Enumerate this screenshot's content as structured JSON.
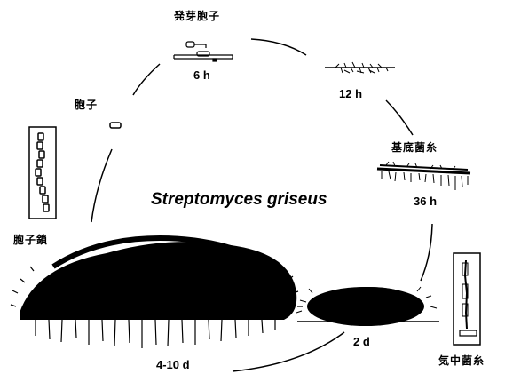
{
  "title": "Streptomyces griseus",
  "stages": {
    "germinating_spore": {
      "name": "発芽胞子",
      "time": "6 h"
    },
    "hyphae_12h": {
      "time": "12 h"
    },
    "substrate_mycelium": {
      "name": "基底菌糸",
      "time": "36 h"
    },
    "colony_2d": {
      "time": "2 d"
    },
    "aerial_mycelium": {
      "name": "気中菌糸"
    },
    "mature_colony": {
      "time": "4-10 d"
    },
    "spore_chain": {
      "name": "胞子鎖"
    },
    "spore": {
      "name": "胞子"
    }
  },
  "colors": {
    "ink": "#000000",
    "background": "#ffffff"
  }
}
